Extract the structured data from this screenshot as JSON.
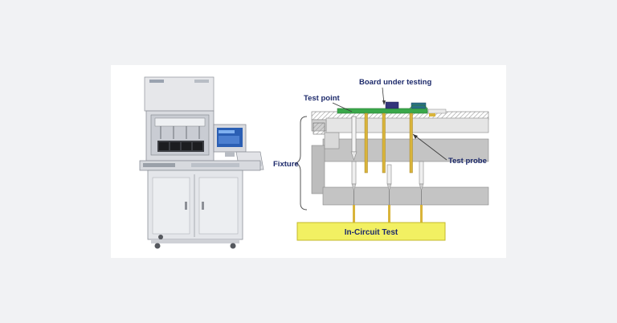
{
  "figure": {
    "labels": {
      "board_under_testing": "Board under testing",
      "test_point": "Test point",
      "fixture": "Fixture",
      "test_probe": "Test probe",
      "in_circuit_test": "In-Circuit Test"
    }
  },
  "colors": {
    "page_background": "#f1f2f4",
    "card_background": "#ffffff",
    "label_text": "#1d2a6b",
    "ict_bar": "#f2f062",
    "pcb_green": "#3aa84b",
    "probe_gold": "#d9b43a",
    "fixture_gray": "#bfbfbf"
  },
  "icons": {
    "machine": "ict-machine-photo",
    "fixture_brace": "curly-brace-icon"
  }
}
